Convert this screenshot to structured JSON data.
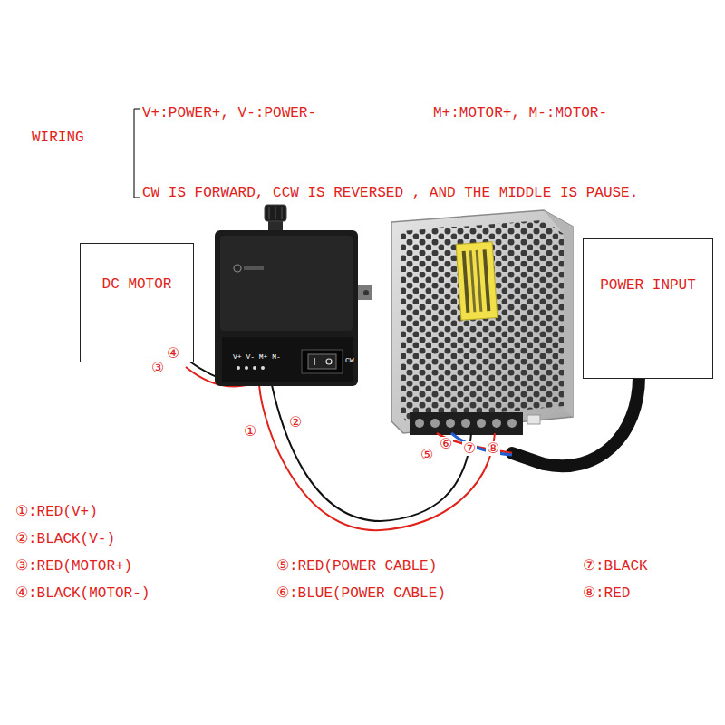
{
  "diagram": {
    "nodes": [
      {
        "text": [
          "DC MOTOR"
        ]
      },
      {
        "text": [
          "POWER INPUT"
        ]
      }
    ],
    "labels": [
      "WIRING",
      "V+:POWER+, V-:POWER-",
      "M+:MOTOR+, M-:MOTOR-",
      "CW IS FORWARD, CCW IS REVERSED , AND THE MIDDLE IS PAUSE.",
      "③",
      "④",
      "V+ V- M+ M-",
      "CW",
      "①",
      "②",
      "⑤",
      "⑥",
      "⑦",
      "⑧",
      "①:RED(V+)",
      "②:BLACK(V-)",
      "③:RED(MOTOR+)",
      "④:BLACK(MOTOR-)",
      "⑤:RED(POWER CABLE)",
      "⑥:BLUE(POWER CABLE)",
      "⑦:BLACK",
      "⑧:RED"
    ]
  }
}
